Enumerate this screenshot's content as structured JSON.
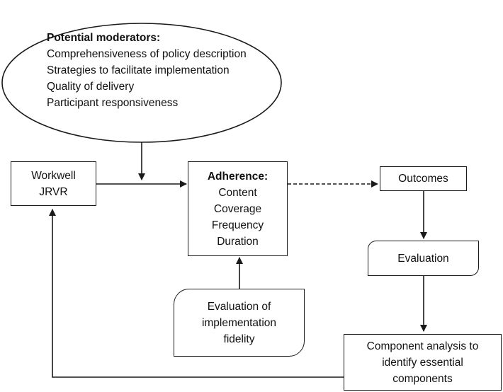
{
  "moderators": {
    "heading": "Potential moderators:",
    "items": [
      "Comprehensiveness of policy description",
      "Strategies to facilitate implementation",
      "Quality of delivery",
      "Participant responsiveness"
    ]
  },
  "intervention": {
    "lines": [
      "Workwell",
      "JRVR"
    ]
  },
  "adherence": {
    "heading": "Adherence:",
    "items": [
      "Content",
      "Coverage",
      "Frequency",
      "Duration"
    ]
  },
  "outcomes": {
    "label": "Outcomes"
  },
  "evaluation": {
    "label": "Evaluation"
  },
  "fidelity": {
    "lines": [
      "Evaluation of",
      "implementation",
      "fidelity"
    ]
  },
  "component_analysis": {
    "lines": [
      "Component analysis to",
      "identify essential",
      "components"
    ]
  },
  "colors": {
    "stroke": "#1a1a1a",
    "background": "#ffffff"
  }
}
